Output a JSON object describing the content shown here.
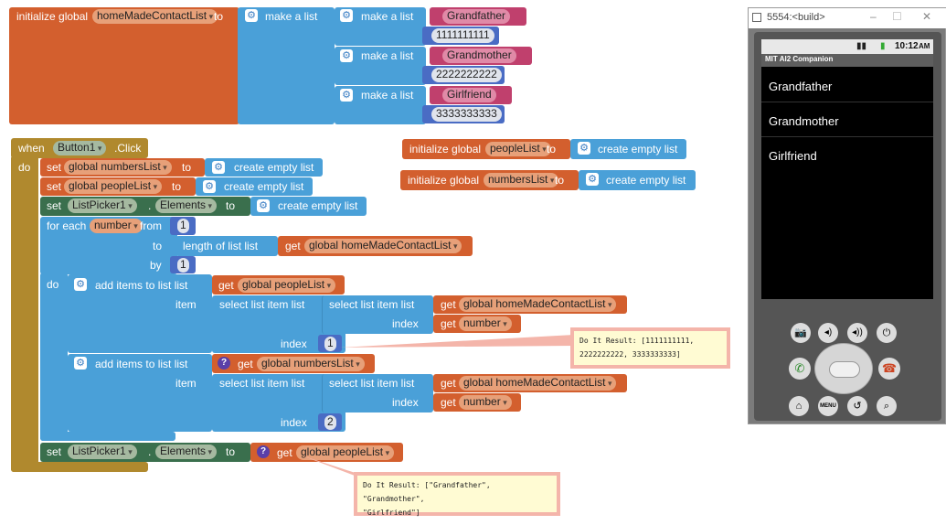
{
  "top_block": {
    "init_label": "initialize global",
    "var_name": "homeMadeContactList",
    "to": "to",
    "make_a_list": "make a list",
    "entries": [
      {
        "label": "make a list",
        "name": "Grandfather",
        "number": "1111111111"
      },
      {
        "label": "make a list",
        "name": "Grandmother",
        "number": "2222222222"
      },
      {
        "label": "make a list",
        "name": "Girlfriend",
        "number": "3333333333"
      }
    ]
  },
  "init_people": {
    "init_label": "initialize global",
    "var_name": "peopleList",
    "to": "to",
    "value": "create empty list"
  },
  "init_numbers": {
    "init_label": "initialize global",
    "var_name": "numbersList",
    "to": "to",
    "value": "create empty list"
  },
  "event": {
    "when": "when",
    "component": "Button1",
    "event_name": ".Click",
    "do": "do",
    "set1": {
      "set": "set",
      "var": "global numbersList",
      "to": "to",
      "value": "create empty list"
    },
    "set2": {
      "set": "set",
      "var": "global peopleList",
      "to": "to",
      "value": "create empty list"
    },
    "set3": {
      "set": "set",
      "component": "ListPicker1",
      "dot": ".",
      "prop": "Elements",
      "to": "to",
      "value": "create empty list"
    },
    "foreach": {
      "for_each": "for each",
      "var": "number",
      "from": "from",
      "from_val": "1",
      "to": "to",
      "length_label": "length of list  list",
      "get": "get",
      "get_var": "global homeMadeContactList",
      "by": "by",
      "by_val": "1",
      "do": "do"
    },
    "add1": {
      "label": "add items to list   list",
      "get": "get",
      "list_var": "global peopleList",
      "item": "item",
      "select_outer": "select list item  list",
      "select_inner": "select list item  list",
      "get_list": "global homeMadeContactList",
      "index": "index",
      "get_number": "number",
      "index_val": "1"
    },
    "add2": {
      "label": "add items to list   list",
      "get": "get",
      "list_var": "global numbersList",
      "item": "item",
      "select_outer": "select list item  list",
      "select_inner": "select list item  list",
      "get_list": "global homeMadeContactList",
      "index": "index",
      "get_number": "number",
      "index_val": "2"
    },
    "set_final": {
      "set": "set",
      "component": "ListPicker1",
      "dot": ".",
      "prop": "Elements",
      "to": "to",
      "get": "get",
      "get_var": "global peopleList"
    }
  },
  "notes": {
    "note1_line1": "Do It Result: [1111111111,",
    "note1_line2": "2222222222, 3333333333]",
    "note2_line1": "Do It Result: [\"Grandfather\", \"Grandmother\",",
    "note2_line2": "\"Girlfriend\"]"
  },
  "emulator": {
    "window_title": "5554:<build>",
    "status_time": "10:12",
    "status_ampm": "AM",
    "app_title": "MIT AI2 Companion",
    "list_items": [
      "Grandfather",
      "Grandmother",
      "Girlfriend"
    ],
    "menu_label": "MENU"
  },
  "colors": {
    "variable_orange": "#d35f2e",
    "list_blue": "#4aa0d8",
    "control_gold": "#b0892e",
    "component_green": "#3a6f4d",
    "text_pink": "#c0406d"
  }
}
